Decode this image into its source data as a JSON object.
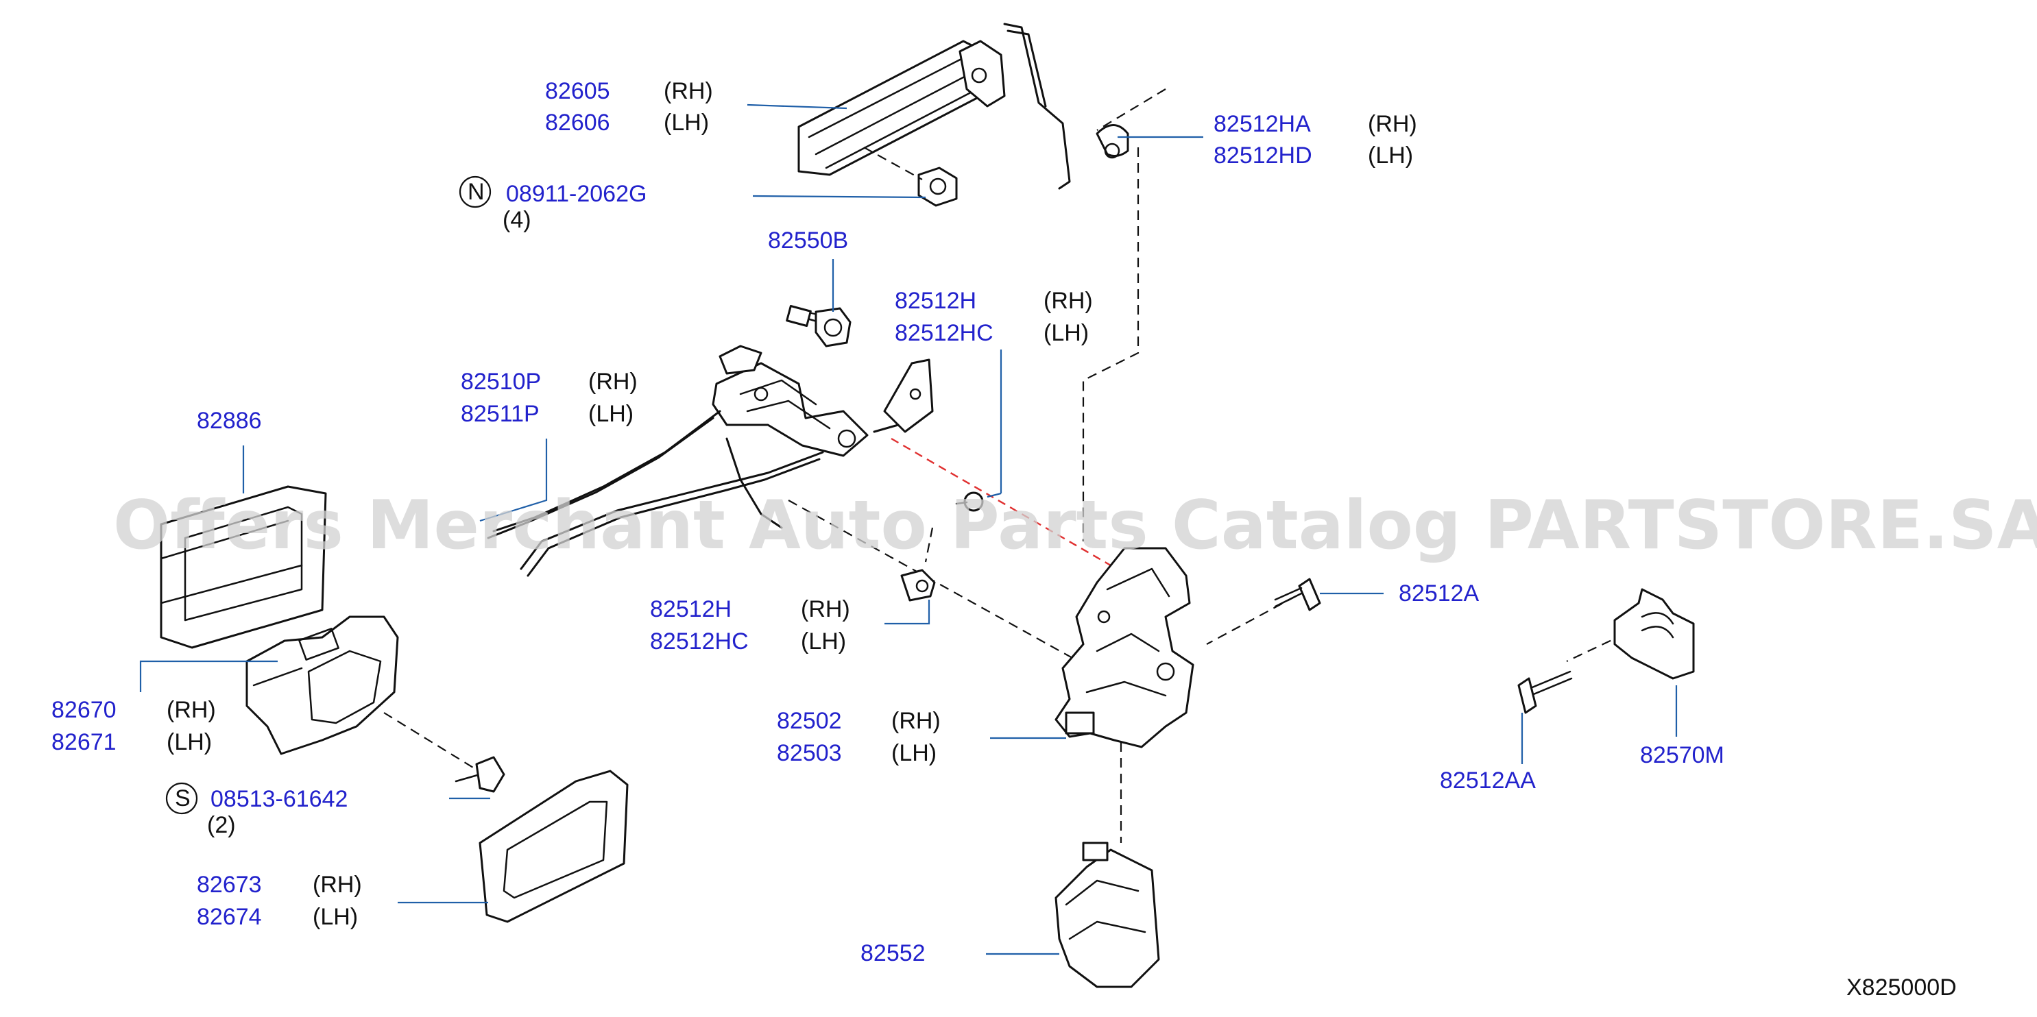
{
  "watermark": "Offers Merchant Auto Parts Catalog PARTSTORE.SA",
  "diagram_code": "X825000D",
  "markers": {
    "n": "N",
    "s": "S"
  },
  "labels": {
    "l82605": {
      "pn": "82605",
      "side": "(RH)"
    },
    "l82606": {
      "pn": "82606",
      "side": "(LH)"
    },
    "l08911": {
      "pn": "08911-2062G",
      "qty": "(4)"
    },
    "l82550b": {
      "pn": "82550B"
    },
    "l82512ha": {
      "pn": "82512HA",
      "side": "(RH)"
    },
    "l82512hd": {
      "pn": "82512HD",
      "side": "(LH)"
    },
    "l82512h_a": {
      "pn": "82512H",
      "side": "(RH)"
    },
    "l82512hc_a": {
      "pn": "82512HC",
      "side": "(LH)"
    },
    "l82510p": {
      "pn": "82510P",
      "side": "(RH)"
    },
    "l82511p": {
      "pn": "82511P",
      "side": "(LH)"
    },
    "l82886": {
      "pn": "82886"
    },
    "l82512h_b": {
      "pn": "82512H",
      "side": "(RH)"
    },
    "l82512hc_b": {
      "pn": "82512HC",
      "side": "(LH)"
    },
    "l82512a": {
      "pn": "82512A"
    },
    "l82670": {
      "pn": "82670",
      "side": "(RH)"
    },
    "l82671": {
      "pn": "82671",
      "side": "(LH)"
    },
    "l82502": {
      "pn": "82502",
      "side": "(RH)"
    },
    "l82503": {
      "pn": "82503",
      "side": "(LH)"
    },
    "l08513": {
      "pn": "08513-61642",
      "qty": "(2)"
    },
    "l82512aa": {
      "pn": "82512AA"
    },
    "l82570m": {
      "pn": "82570M"
    },
    "l82673": {
      "pn": "82673",
      "side": "(RH)"
    },
    "l82674": {
      "pn": "82674",
      "side": "(LH)"
    },
    "l82552": {
      "pn": "82552"
    }
  }
}
